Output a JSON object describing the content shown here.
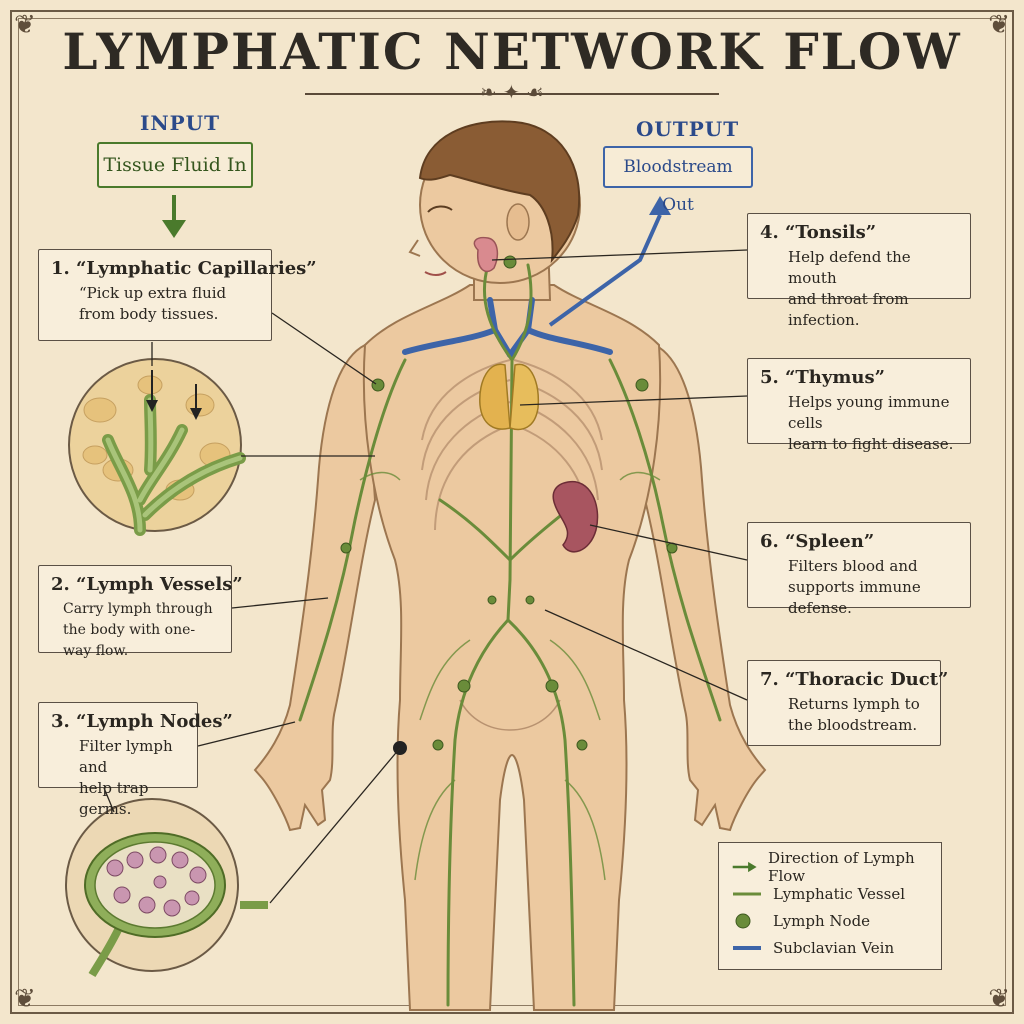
{
  "title": "LYMPHATIC NETWORK FLOW",
  "input": {
    "label": "INPUT",
    "box": "Tissue Fluid In"
  },
  "output": {
    "label": "OUTPUT",
    "box": "Bloodstream Out"
  },
  "callouts": [
    {
      "title": "1. “Lymphatic Capillaries”",
      "desc": "“Pick up extra fluid\nfrom body tissues."
    },
    {
      "title": "2. “Lymph Vessels”",
      "desc": "Carry lymph through\nthe body with one-way flow."
    },
    {
      "title": "3. “Lymph Nodes”",
      "desc": "Filter lymph and\nhelp trap germs."
    },
    {
      "title": "4. “Tonsils”",
      "desc": "Help defend the mouth\nand throat from infection."
    },
    {
      "title": "5. “Thymus”",
      "desc": "Helps young immune cells\nlearn to fight disease."
    },
    {
      "title": "6. “Spleen”",
      "desc": "Filters blood and\nsupports immune defense."
    },
    {
      "title": "7. “Thoracic Duct”",
      "desc": "Returns lymph to\nthe bloodstream."
    }
  ],
  "legend": [
    {
      "label": "Direction of Lymph Flow",
      "symbol": "arrow"
    },
    {
      "label": "Lymphatic Vessel",
      "symbol": "line"
    },
    {
      "label": "Lymph Node",
      "symbol": "dot"
    },
    {
      "label": "Subclavian Vein",
      "symbol": "vein"
    }
  ],
  "colors": {
    "background": "#f3e6cc",
    "lymph_green": "#6a8c3a",
    "input_green": "#4a7a2c",
    "vein_blue": "#3d64a8",
    "skin": "#ecc9a0",
    "thymus": "#e3b24f",
    "spleen": "#a85560",
    "tonsil": "#d98a8f"
  }
}
